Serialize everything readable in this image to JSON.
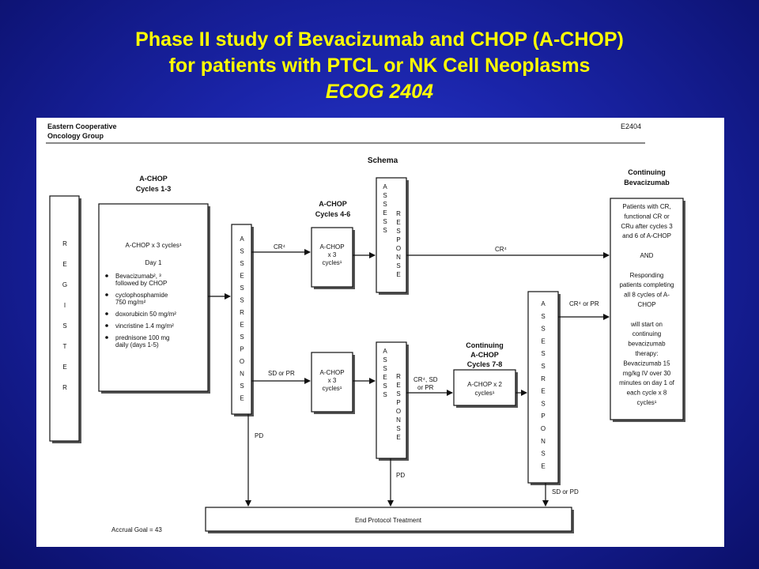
{
  "title": {
    "line1": "Phase II study of Bevacizumab and CHOP (A-CHOP)",
    "line2": "for patients with PTCL or NK Cell Neoplasms",
    "line3": "ECOG 2404"
  },
  "doc": {
    "org_line1": "Eastern Cooperative",
    "org_line2": "Oncology Group",
    "code": "E2404",
    "schema": "Schema",
    "accrual": "Accrual Goal = 43"
  },
  "register": {
    "letters": [
      "R",
      "E",
      "G",
      "I",
      "S",
      "T",
      "E",
      "R"
    ]
  },
  "achop13": {
    "head1": "A-CHOP",
    "head2": "Cycles 1-3",
    "line1": "A-CHOP x 3 cycles¹",
    "line2": "Day 1",
    "bullets": [
      [
        "Bevacizumab², ³",
        "followed by CHOP"
      ],
      [
        "cyclophosphamide",
        "750 mg/m²"
      ],
      [
        "doxorubicin 50 mg/m²"
      ],
      [
        "vincristine 1.4 mg/m²"
      ],
      [
        "prednisone 100 mg",
        "daily (days 1-5)"
      ]
    ]
  },
  "assess1": {
    "left": [
      "A",
      "S",
      "S",
      "E",
      "S",
      "S",
      "R",
      "E",
      "S",
      "P",
      "O",
      "N",
      "S",
      "E"
    ]
  },
  "assess_top": {
    "left": [
      "A",
      "S",
      "S",
      "E",
      "S",
      "S"
    ],
    "right": [
      "R",
      "E",
      "S",
      "P",
      "O",
      "N",
      "S",
      "E"
    ]
  },
  "assess_mid": {
    "left": [
      "A",
      "S",
      "S",
      "E",
      "S",
      "S"
    ],
    "right": [
      "R",
      "E",
      "S",
      "P",
      "O",
      "N",
      "S",
      "E"
    ]
  },
  "assess_right": {
    "left": [
      "A",
      "S",
      "S",
      "E",
      "S",
      "S",
      "R",
      "E",
      "S",
      "P",
      "O",
      "N",
      "S",
      "E"
    ]
  },
  "achop46": {
    "head1": "A-CHOP",
    "head2": "Cycles 4-6",
    "box": [
      "A-CHOP",
      "x 3",
      "cycles¹"
    ]
  },
  "achop_mid": {
    "box": [
      "A-CHOP",
      "x 3",
      "cycles¹"
    ]
  },
  "cont78": {
    "head1": "Continuing",
    "head2": "A-CHOP",
    "head3": "Cycles 7-8",
    "box": [
      "A-CHOP x 2",
      "cycles¹"
    ]
  },
  "continuing": {
    "head1": "Continuing",
    "head2": "Bevacizumab",
    "lines": [
      "Patients with CR,",
      "functional CR or",
      "CRu after cycles 3",
      "and 6 of A-CHOP",
      "",
      "AND",
      "",
      "Responding",
      "patients completing",
      "all 8 cycles of A-",
      "CHOP",
      "",
      "will start on",
      "continuing",
      "bevacizumab",
      "therapy:",
      "Bevacizumab 15",
      "mg/kg IV over 30",
      "minutes on day 1 of",
      "each cycle x 8",
      "cycles¹"
    ]
  },
  "labels": {
    "cr_a": "CR⁴",
    "cr_b": "CR⁴",
    "sd_pr": "SD or PR",
    "cr_sd_1": "CR⁴, SD",
    "cr_sd_2": "or PR",
    "cr_or_pr": "CR⁴ or PR",
    "pd1": "PD",
    "pd2": "PD",
    "sd_pd": "SD or PD"
  },
  "end_box": "End Protocol Treatment"
}
